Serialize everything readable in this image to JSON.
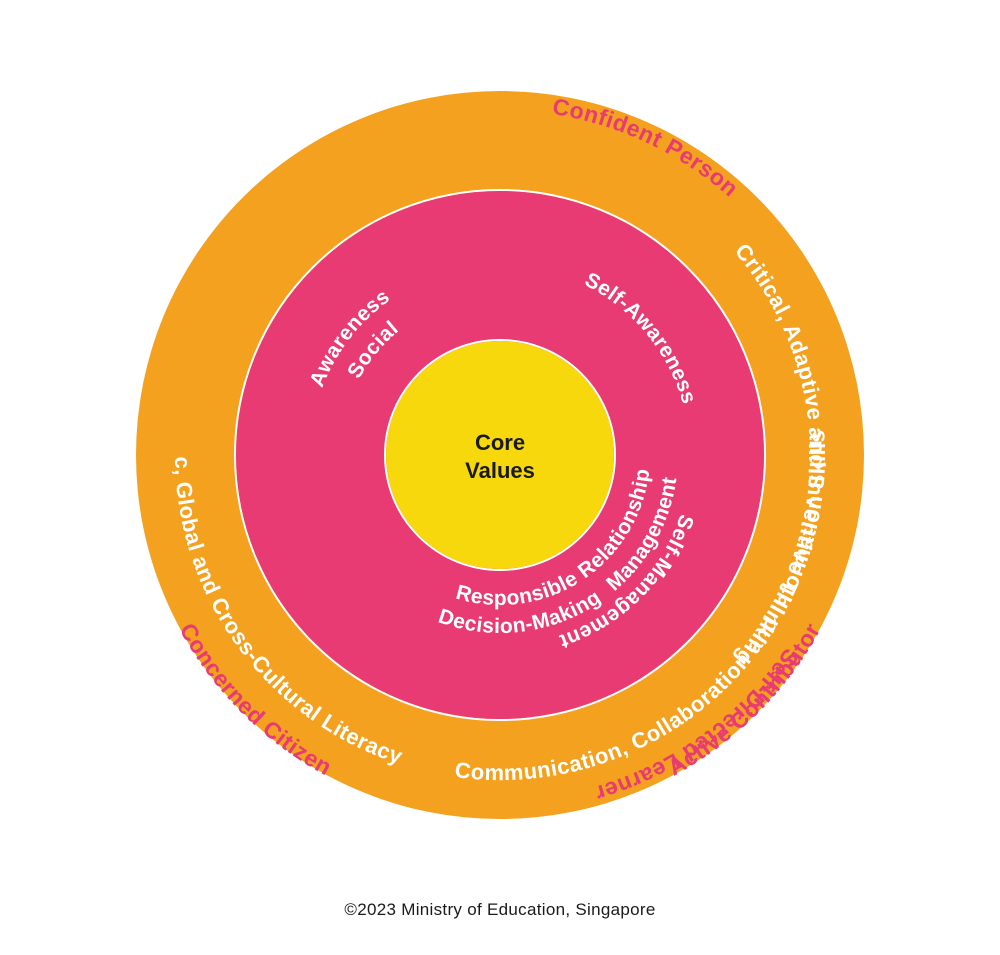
{
  "colors": {
    "outer_ring": "#f3a11f",
    "middle_ring": "#e83a73",
    "core": "#f7d80c",
    "outcome_text": "#e83a73",
    "ring_text": "#ffffff",
    "core_text": "#1a1a1a"
  },
  "core": {
    "line1": "Core",
    "line2": "Values"
  },
  "outcomes": {
    "top_left": "Confident Person",
    "top_right": "Self-Directed Learner",
    "bottom_left": "Concerned Citizen",
    "bottom_right": "Active Contributor"
  },
  "competencies_21c": {
    "top": "Critical, Adaptive and Inventive Thinking",
    "left": "Civic, Global and Cross-Cultural Literacy",
    "right": "Communication, Collaboration and Information Skills"
  },
  "sel_competencies": {
    "self_awareness": "Self-Awareness",
    "self_management": "Self-Management",
    "social_line1": "Social",
    "social_line2": "Awareness",
    "relationship_line1": "Relationship",
    "relationship_line2": "Management",
    "decision_line1": "Responsible",
    "decision_line2": "Decision-Making"
  },
  "footer": {
    "copyright": "©2023 Ministry of Education, Singapore"
  }
}
